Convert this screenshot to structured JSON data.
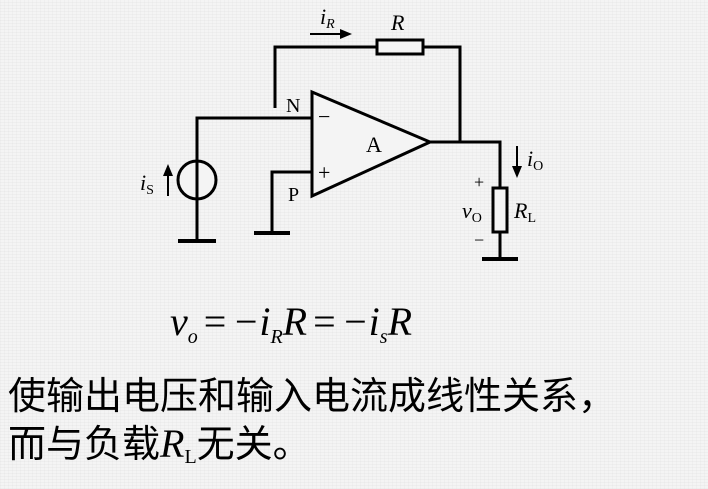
{
  "diagram": {
    "labels": {
      "current_feedback": "i",
      "current_feedback_sub": "R",
      "resistor_feedback": "R",
      "node_inverting": "N",
      "node_noninverting": "P",
      "minus_sign": "−",
      "plus_sign": "+",
      "amplifier": "A",
      "source_current": "i",
      "source_current_sub": "S",
      "output_current": "i",
      "output_current_sub": "O",
      "output_voltage": "v",
      "output_voltage_sub": "O",
      "load_plus": "+",
      "load_minus": "−",
      "load_resistor": "R",
      "load_resistor_sub": "L"
    }
  },
  "formula": {
    "lhs": "v",
    "lhs_sub": "o",
    "eq1": "=",
    "term1": "−i",
    "term1_sub": "R",
    "term1_r": "R",
    "eq2": "=",
    "term2": "−i",
    "term2_sub": "s",
    "term2_r": "R"
  },
  "description": {
    "line1": "使输出电压和输入电流成线性关系，",
    "line2_prefix": "而与负载",
    "line2_r": "R",
    "line2_r_sub": "L",
    "line2_suffix": "无关。"
  }
}
